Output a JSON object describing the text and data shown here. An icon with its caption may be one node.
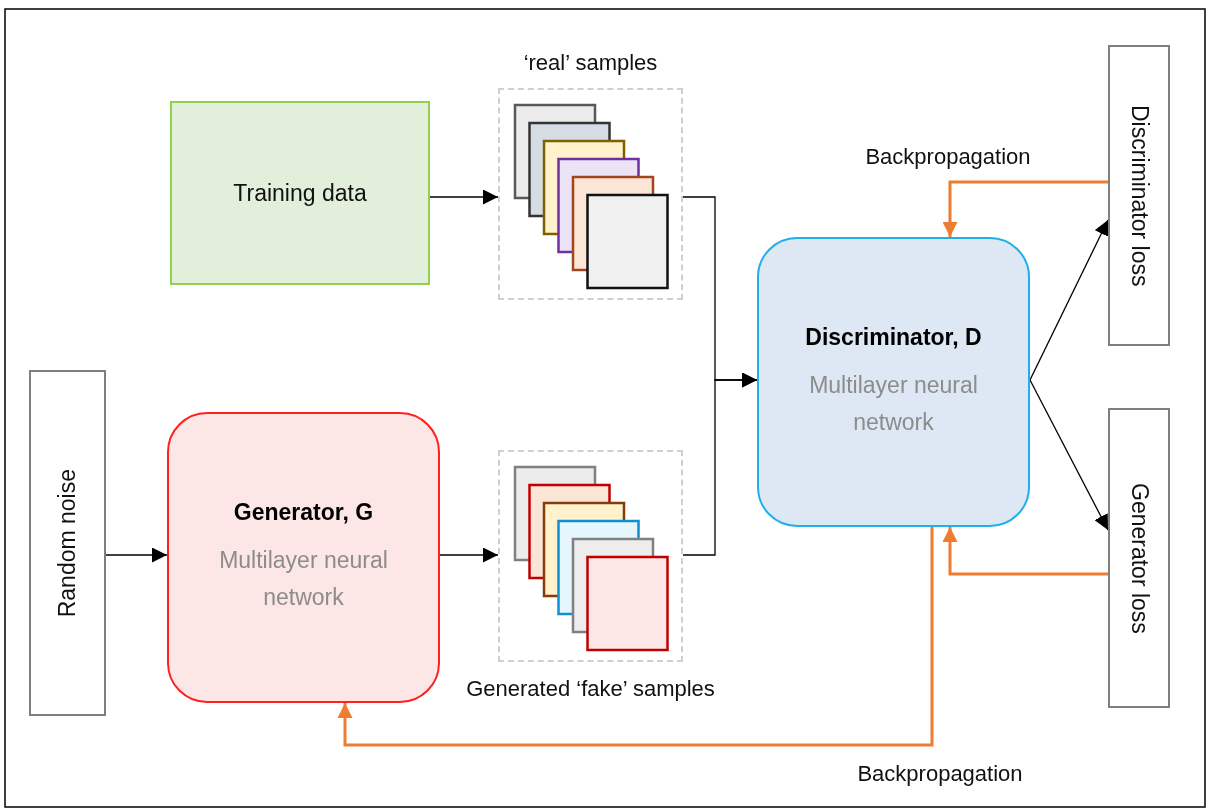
{
  "diagram": {
    "nodes": [
      {
        "text": [
          "Training data"
        ]
      },
      {
        "text": [
          "‘real’ samples"
        ]
      },
      {
        "text": [
          "Random noise"
        ]
      },
      {
        "text": [
          "Generator, G",
          "Multilayer neural network"
        ]
      },
      {
        "text": [
          "Generated ‘fake’ samples"
        ]
      },
      {
        "text": [
          "Discriminator, D",
          "Multilayer neural network"
        ]
      },
      {
        "text": [
          "Discriminator loss"
        ]
      },
      {
        "text": [
          "Generator loss"
        ]
      }
    ],
    "edges": [
      {
        "from": 0,
        "to": 1,
        "arrow": "to"
      },
      {
        "from": 2,
        "to": 3,
        "arrow": "to"
      },
      {
        "from": 3,
        "to": 4,
        "arrow": "to"
      },
      {
        "from": 1,
        "to": 5,
        "arrow": "to"
      },
      {
        "from": 4,
        "to": 5,
        "arrow": "to"
      },
      {
        "from": 5,
        "to": 6,
        "arrow": "to"
      },
      {
        "from": 5,
        "to": 7,
        "arrow": "to"
      },
      {
        "from": 6,
        "to": 5,
        "arrow": "to",
        "label": "Backpropagation",
        "color": "#ed7d31"
      },
      {
        "from": 7,
        "to": 5,
        "arrow": "to",
        "color": "#ed7d31"
      },
      {
        "from": 5,
        "to": 3,
        "arrow": "to",
        "label": "Backpropagation",
        "color": "#ed7d31"
      }
    ]
  }
}
